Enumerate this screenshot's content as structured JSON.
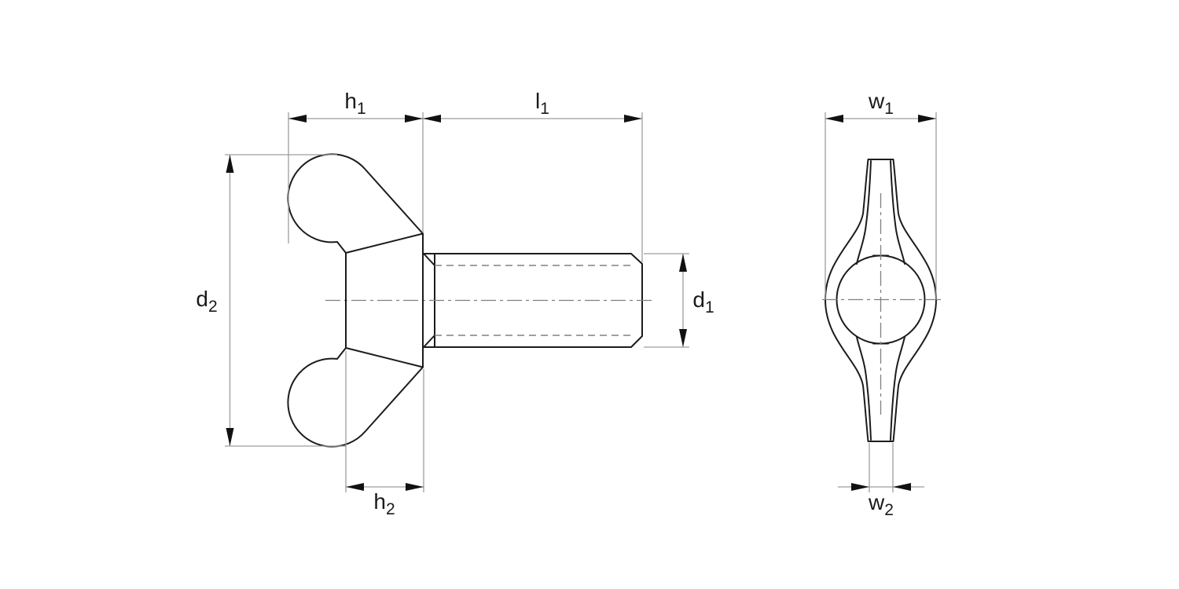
{
  "drawing": {
    "subject": "wing-screw-two-view-technical-drawing"
  },
  "labels": {
    "h1": {
      "letter": "h",
      "sub": "1"
    },
    "l1": {
      "letter": "l",
      "sub": "1"
    },
    "d2": {
      "letter": "d",
      "sub": "2"
    },
    "d1": {
      "letter": "d",
      "sub": "1"
    },
    "h2": {
      "letter": "h",
      "sub": "2"
    },
    "w1": {
      "letter": "w",
      "sub": "1"
    },
    "w2": {
      "letter": "w",
      "sub": "2"
    }
  },
  "colors": {
    "background": "#ffffff",
    "object_line": "#1c1c1c",
    "dimension_line": "#9e9e9e",
    "hidden_line": "#808080",
    "arrowhead": "#111111",
    "text": "#1a1a1a"
  }
}
